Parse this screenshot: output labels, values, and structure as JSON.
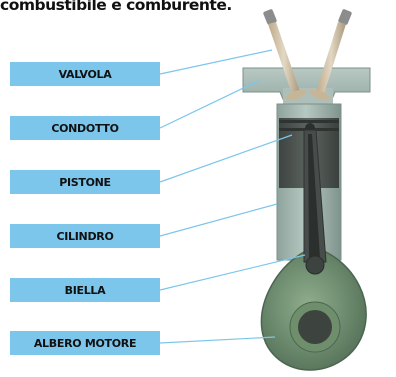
{
  "header": {
    "title": "combustibile e comburente."
  },
  "labels": [
    {
      "id": "valvola",
      "text": "VALVOLA"
    },
    {
      "id": "condotto",
      "text": "CONDOTTO"
    },
    {
      "id": "pistone",
      "text": "PISTONE"
    },
    {
      "id": "cilindro",
      "text": "CILINDRO"
    },
    {
      "id": "biella",
      "text": "BIELLA"
    },
    {
      "id": "albero-motore",
      "text": "ALBERO MOTORE"
    }
  ],
  "colors": {
    "label_bg": "#7cc6ec",
    "leader_line": "#7cc6ec",
    "cylinder": "#9fb3ad",
    "piston": "#4f5552",
    "crankshaft": "#6b8a6a",
    "valve": "#cdbfa6"
  }
}
